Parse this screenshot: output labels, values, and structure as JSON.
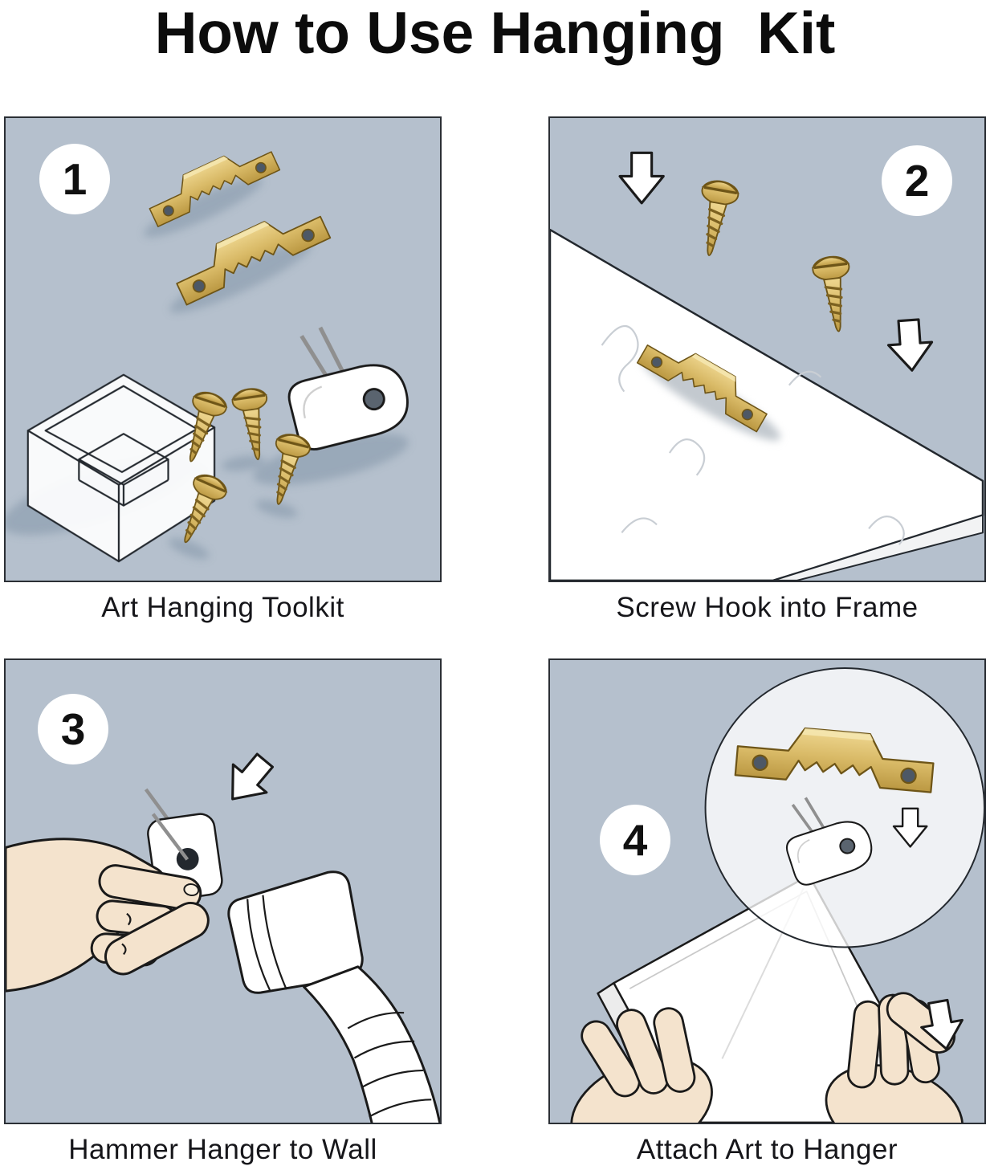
{
  "title": "How to Use Hanging  Kit",
  "steps": [
    {
      "number": "1",
      "caption": "Art Hanging Toolkit"
    },
    {
      "number": "2",
      "caption": "Screw Hook into Frame"
    },
    {
      "number": "3",
      "caption": "Hammer Hanger to Wall"
    },
    {
      "number": "4",
      "caption": "Attach Art to Hanger"
    }
  ],
  "icons": [
    "sawtooth-hanger-icon",
    "screw-icon",
    "storage-box-icon",
    "wall-hook-icon",
    "down-arrow-icon",
    "hammer-icon",
    "hand-icon",
    "magnifier-circle",
    "picture-frame-illustration",
    "frame-board-illustration"
  ],
  "colors": {
    "panel_background": "#b5c0cd",
    "brass": "#d9ba67",
    "brass_dark": "#bf9c46",
    "outline": "#1a1a1a",
    "skin": "#f4e3cd",
    "paper_white": "#ffffff",
    "shadow_blue": "#93a3b4"
  }
}
